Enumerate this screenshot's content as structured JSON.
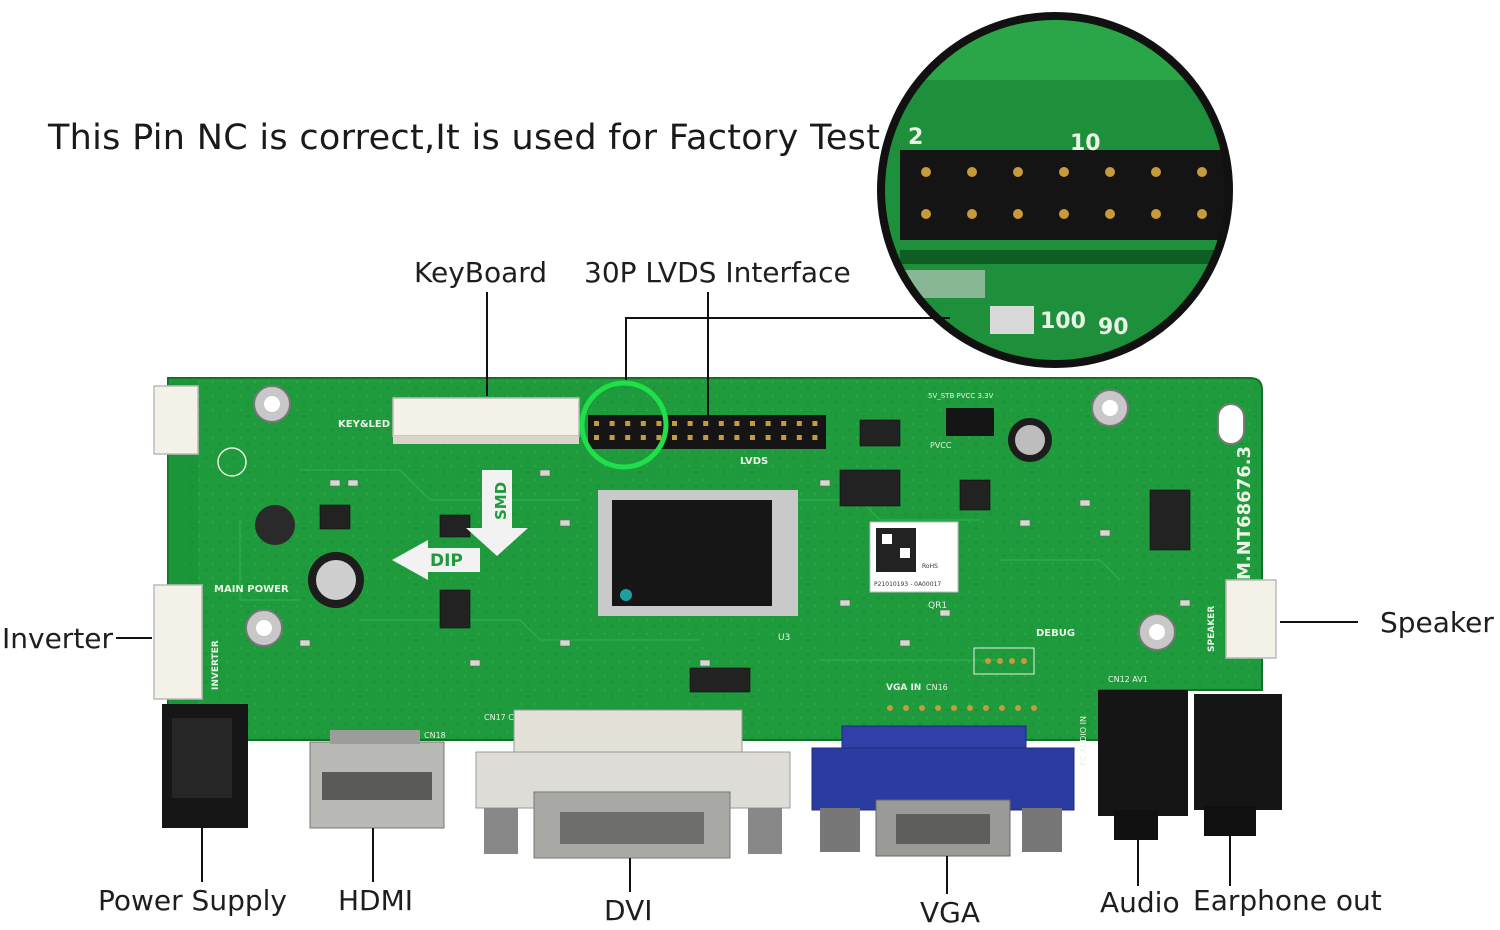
{
  "note": "This Pin NC is correct,It is used for Factory Test.",
  "callouts": {
    "keyboard": "KeyBoard",
    "lvds": "30P LVDS Interface",
    "inverter": "Inverter",
    "speaker": "Speaker",
    "power_supply": "Power Supply",
    "hdmi": "HDMI",
    "dvi": "DVI",
    "vga": "VGA",
    "audio": "Audio",
    "earphone": "Earphone out"
  },
  "board": {
    "model": "M.NT68676.3",
    "silkscreen": {
      "key_led": "KEY&LED",
      "main_power": "MAIN POWER",
      "inverter": "INVERTER",
      "lvds": "LVDS",
      "vga_in": "VGA IN",
      "debug": "DEBUG",
      "speaker": "SPEAKER",
      "pc_audio_in": "PC AUDIO IN",
      "dip": "DIP",
      "smd": "SMD",
      "pvcc": "PVCC",
      "sv_stb": "5V_STB PVCC 3.3V",
      "qr": "QR1",
      "rohs": "RoHS",
      "serial": "P21010193 - 0A00017",
      "cn12_av1": "CN12  AV1",
      "cn16": "CN16",
      "cn17_cn15": "CN17 CN15",
      "cn18": "CN18",
      "u3": "U3"
    },
    "zoom_pins": {
      "p2": "2",
      "p10": "10",
      "p100": "100",
      "p90": "90"
    }
  },
  "colors": {
    "pcb": "#1f9a3c",
    "pcb_dark": "#137a2a",
    "highlight_circle": "#1fe04a",
    "callout_line": "#111111"
  }
}
